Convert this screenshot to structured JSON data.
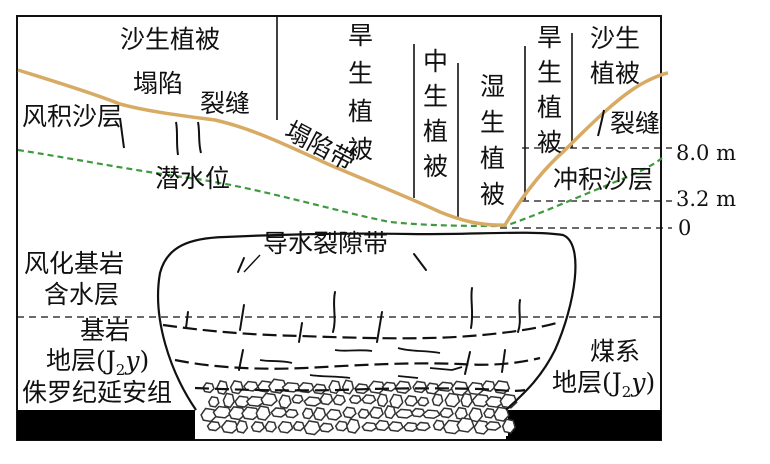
{
  "colors": {
    "surface": "#d7ab63",
    "water_table": "#3f9a3f",
    "line": "#111111",
    "coal_seam": "#050505"
  },
  "vegetation": {
    "desert": "沙生植被",
    "arid_left": "旱生植被",
    "mid": "中生植被",
    "wet": "湿生植被",
    "arid_right": "旱生植被",
    "desert_right": [
      "沙生",
      "植被"
    ]
  },
  "labels": {
    "aeolian_sand": "风积沙层",
    "collapse": "塌陷",
    "crack_left": "裂缝",
    "collapse_zone": "塌陷带",
    "water_level": "潜水位",
    "crack_right": "裂缝",
    "alluvial_sand": "冲积沙层",
    "fracture_zone": "导水裂隙带",
    "weathered_bedrock": [
      "风化基岩",
      "含水层"
    ],
    "bedrock": [
      "基岩",
      "地层(J"
    ],
    "jurassic": "侏罗纪延安组",
    "coal_strata": [
      "煤系",
      "地层(J"
    ],
    "formation_sub": "2",
    "formation_sym": "y",
    "formation_close": ")"
  },
  "depths": [
    "8.0 m",
    "3.2 m",
    "0"
  ]
}
